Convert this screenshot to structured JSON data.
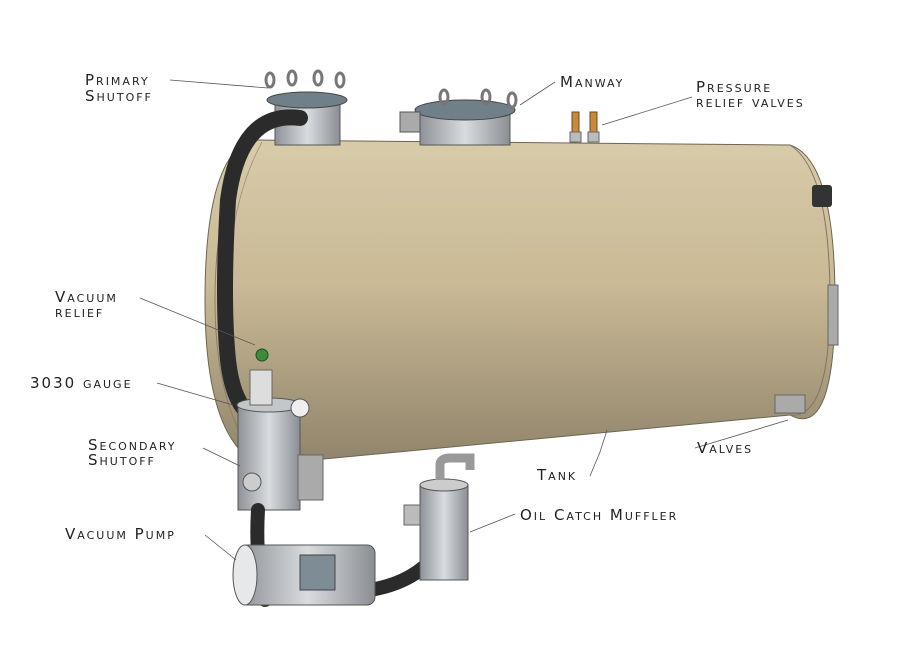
{
  "labels": {
    "primary_shutoff": [
      "Primary",
      "Shutoff"
    ],
    "manway": "Manway",
    "pressure_relief": [
      "Pressure",
      "relief valves"
    ],
    "vacuum_relief": [
      "Vacuum",
      "relief"
    ],
    "gauge": "3030 gauge",
    "secondary_shutoff": [
      "Secondary",
      "Shutoff"
    ],
    "tank": "Tank",
    "valves": "Valves",
    "oil_catch_muffler": "Oil Catch Muffler",
    "vacuum_pump": "Vacuum Pump"
  },
  "colors": {
    "tank": "#c9b995",
    "metal": "#b8bcc0",
    "hose": "#2b2b2b",
    "brass": "#c88a3a"
  }
}
